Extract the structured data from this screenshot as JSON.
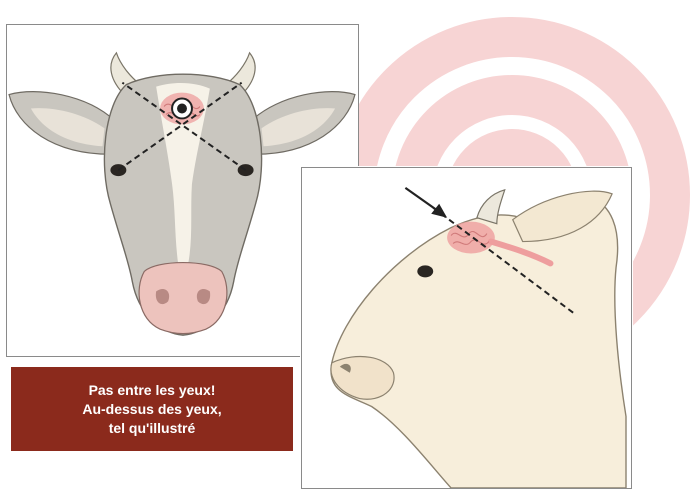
{
  "caption": {
    "line1": "Pas entre les yeux!",
    "line2": "Au-dessus des yeux,",
    "line3": "tel qu'illustré"
  },
  "colors": {
    "target_ring": "#f7d4d4",
    "caption_bg": "#8b2a1c",
    "caption_text": "#ffffff",
    "cow_gray": "#c9c6bf",
    "cow_white": "#f6f2e8",
    "cow_cream": "#f7eedb",
    "muzzle_pink": "#edc3bd",
    "brain_pink": "#ee9e9e",
    "guide_line": "#222222"
  },
  "icons": {
    "background": "concentric-target-rings",
    "aim_marker": "crosshair-dot-icon",
    "direction_arrow": "arrow-icon"
  }
}
